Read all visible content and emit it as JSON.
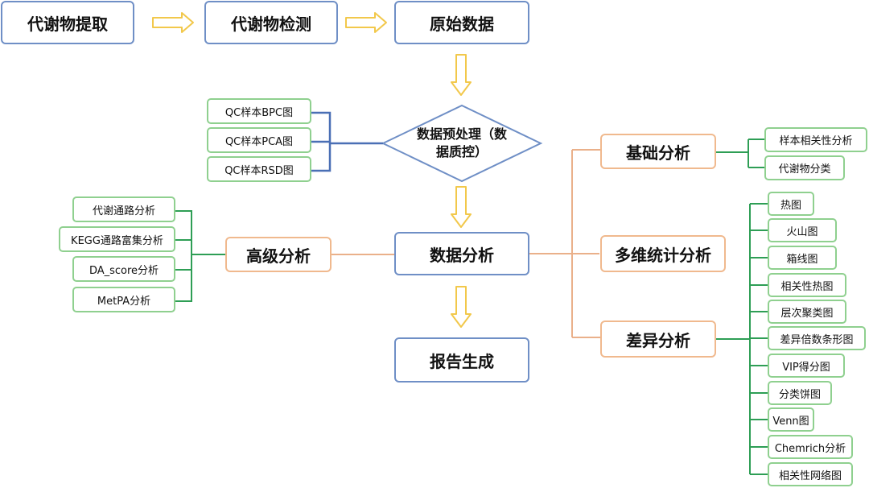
{
  "colors": {
    "blue_border": "#6f8fc6",
    "orange_border": "#f0b98e",
    "green_border": "#8fd08f",
    "arrow_stroke": "#f2c84b",
    "arrow_fill": "#ffffff",
    "qc_connector": "#4a6fb5",
    "orange_connector": "#eab08a",
    "green_connector": "#2e9e55"
  },
  "pipeline": {
    "step1": "代谢物提取",
    "step2": "代谢物检测",
    "step3": "原始数据",
    "preprocess": "数据预处理（数据质控）",
    "analysis": "数据分析",
    "report": "报告生成"
  },
  "qc_items": [
    "QC样本BPC图",
    "QC样本PCA图",
    "QC样本RSD图"
  ],
  "advanced": {
    "title": "高级分析",
    "items": [
      "代谢通路分析",
      "KEGG通路富集分析",
      "DA_score分析",
      "MetPA分析"
    ]
  },
  "basic": {
    "title": "基础分析",
    "items": [
      "样本相关性分析",
      "代谢物分类"
    ]
  },
  "multivariate": {
    "title": "多维统计分析"
  },
  "differential": {
    "title": "差异分析",
    "items": [
      "热图",
      "火山图",
      "箱线图",
      "相关性热图",
      "层次聚类图",
      "差异倍数条形图",
      "VIP得分图",
      "分类饼图",
      "Venn图",
      "Chemrich分析",
      "相关性网络图"
    ]
  }
}
